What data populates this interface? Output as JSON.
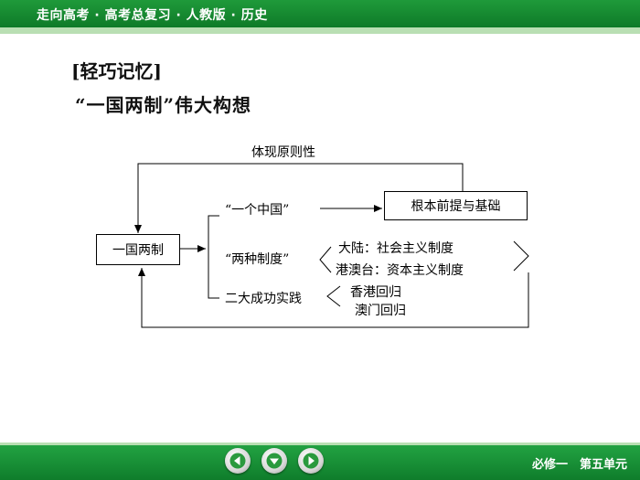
{
  "header": {
    "title": "走向高考 · 高考总复习 · 人教版 · 历史"
  },
  "content": {
    "section_label": "[轻巧记忆]",
    "title": "“一国两制”伟大构想"
  },
  "diagram": {
    "top_label": "体现原则性",
    "root": "一国两制",
    "foundation": "根本前提与基础",
    "branches": {
      "one_china": "“一个中国”",
      "two_systems": "“两种制度”",
      "mainland": "大陆：社会主义制度",
      "hk_macau_tw": "港澳台：资本主义制度",
      "practice": "二大成功实践",
      "hk_return": "香港回归",
      "macau_return": "澳门回归"
    }
  },
  "footer": {
    "label": "必修一　第五单元"
  },
  "nav": {
    "prev_icon": "arrow-left-icon",
    "down_icon": "arrow-down-icon",
    "next_icon": "arrow-right-icon"
  }
}
